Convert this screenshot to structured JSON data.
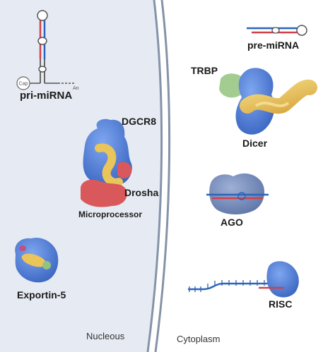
{
  "regions": {
    "nucleus": "Nucleous",
    "cytoplasm": "Cytoplasm"
  },
  "labels": {
    "pri_mirna": "pri-miRNA",
    "cap": "Cap",
    "poly_a": "An",
    "dgcr8": "DGCR8",
    "drosha": "Drosha",
    "microprocessor": "Microprocessor",
    "exportin5": "Exportin-5",
    "pre_mirna": "pre-miRNA",
    "trbp": "TRBP",
    "dicer": "Dicer",
    "ago": "AGO",
    "risc": "RISC"
  },
  "colors": {
    "nucleus_fill": "#e6ebf3",
    "nuclear_membrane": "#8593a8",
    "protein_blue": "#4a78cf",
    "protein_yellow": "#e9c55a",
    "protein_red": "#d9585c",
    "protein_green": "#93c47d",
    "protein_slate": "#6f86b5",
    "rna_blue": "#2c64b8",
    "rna_red": "#d2404a"
  }
}
